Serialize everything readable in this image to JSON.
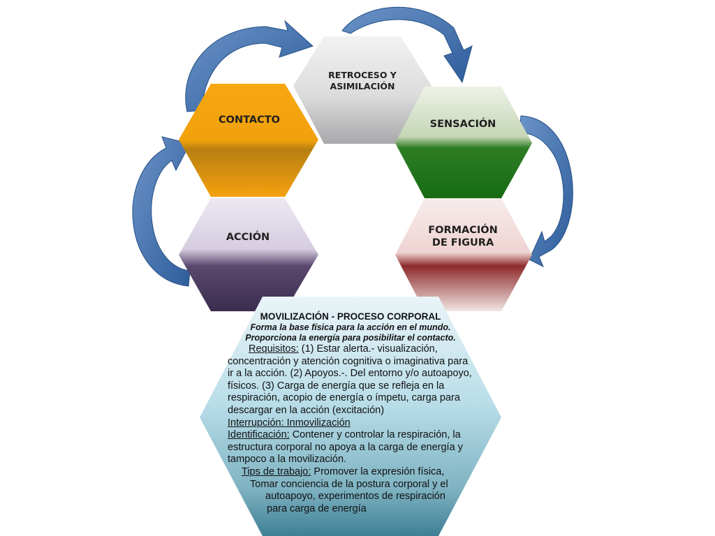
{
  "hexagons": {
    "retroceso": {
      "line1": "RETROCESO Y",
      "line2": "ASIMILACIÓN"
    },
    "contacto": {
      "line1": "CONTACTO"
    },
    "sensacion": {
      "line1": "SENSACIÓN"
    },
    "accion": {
      "line1": "ACCIÓN"
    },
    "formacion": {
      "line1": "FORMACIÓN",
      "line2": "DE FIGURA"
    }
  },
  "panel": {
    "title": "MOVILIZACIÓN - PROCESO CORPORAL",
    "subtitle1": "Forma la base física para la acción en el mundo.",
    "subtitle2": "Proporciona la energía para posibilitar el contacto.",
    "requisitos_label": "Requisitos:",
    "requisitos_text1": " (1) Estar alerta.- visualización,",
    "requisitos_text2": "concentración y atención cognitiva o imaginativa para",
    "requisitos_text3": "ir a la acción.  (2) Apoyos.-. Del entorno y/o autoapoyo,",
    "requisitos_text4": "físicos. (3) Carga de energía que se refleja en la",
    "requisitos_text5": "respiración, acopio de energía o ímpetu, carga para",
    "requisitos_text6": "descargar en la acción (excitación)",
    "interrupcion": "Interrupción: Inmovilización",
    "identificacion_label": "Identificación:",
    "identificacion_text1": " Contener y controlar la respiración, la",
    "identificacion_text2": "estructura corporal no apoya a la carga de energía y",
    "identificacion_text3": "tampoco a la movilización.",
    "tips_label": "Tips de trabajo:",
    "tips_text1": "  Promover la expresión física,",
    "tips_text2": "Tomar conciencia de la postura corporal y el",
    "tips_text3": "autoapoyo, experimentos de respiración",
    "tips_text4": "para carga de energía"
  }
}
